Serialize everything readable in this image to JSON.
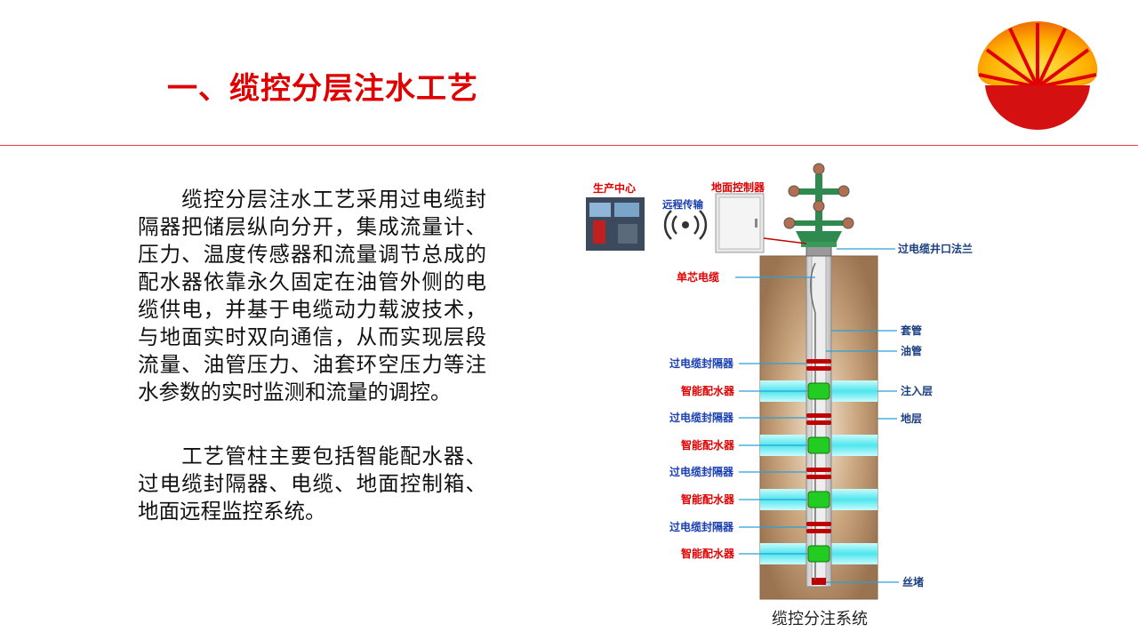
{
  "slide": {
    "title": "一、缆控分层注水工艺",
    "paragraph1": "缆控分层注水工艺采用过电缆封隔器把储层纵向分开，集成流量计、压力、温度传感器和流量调节总成的配水器依靠永久固定在油管外侧的电缆供电，并基于电缆动力载波技术，与地面实时双向通信，从而实现层段流量、油管压力、油套环空压力等注水参数的实时监测和流量的调控。",
    "paragraph2": "工艺管柱主要包括智能配水器、过电缆封隔器、电缆、地面控制箱、地面远程监控系统。"
  },
  "diagram": {
    "caption": "缆控分注系统",
    "top_labels": {
      "production_center": "生产中心",
      "remote_transmission": "远程传输",
      "ground_controller": "地面控制器"
    },
    "left_labels": {
      "single_core_cable": "单芯电缆",
      "packer_1": "过电缆封隔器",
      "water_dist_1": "智能配水器",
      "packer_2": "过电缆封隔器",
      "water_dist_2": "智能配水器",
      "packer_3": "过电缆封隔器",
      "water_dist_3": "智能配水器",
      "packer_4": "过电缆封隔器",
      "water_dist_4": "智能配水器"
    },
    "right_labels": {
      "wellhead_flange": "过电缆井口法兰",
      "casing": "套管",
      "tubing": "油管",
      "injection_layer": "注入层",
      "formation": "地层",
      "plug": "丝堵"
    },
    "colors": {
      "red_label": "#e00000",
      "blue_label": "#1a3fb0",
      "formation": "#b08a64",
      "water_band": "#4fe6ee",
      "leader_line": "#2aa0d8",
      "packer": "#c00000",
      "distributor": "#22cc22"
    }
  }
}
